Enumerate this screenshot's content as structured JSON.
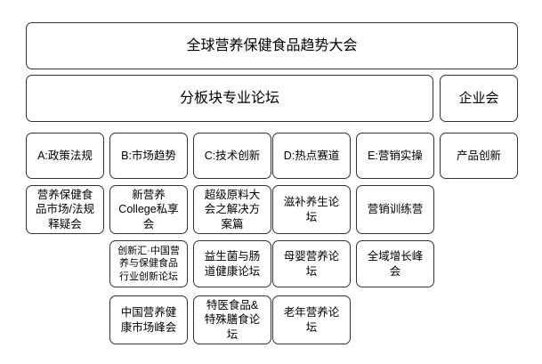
{
  "diagram": {
    "title": "全球营养保健食品趋势大会",
    "level2": {
      "main": "分板块专业论坛",
      "side": "企业会"
    },
    "tracks": [
      "A:政策法规",
      "B:市场趋势",
      "C:技术创新",
      "D:热点赛道",
      "E:营销实操",
      "产品创新"
    ],
    "forums": [
      "营养保健食\n品市场/法规\n释疑会",
      "新营养\nCollege私享\n会",
      "超级原料大\n会之解决方\n案篇",
      "滋补养生论\n坛",
      "营销训练营",
      "创新汇·中国营\n养与保健食品\n行业创新论坛",
      "益生菌与肠\n道健康论坛",
      "母婴营养论\n坛",
      "全域增长峰\n会",
      "中国营养健\n康市场峰会",
      "特医食品&\n特殊膳食论\n坛",
      "老年营养论\n坛"
    ],
    "colors": {
      "border": "#333333",
      "background": "#ffffff",
      "text": "#000000"
    }
  }
}
